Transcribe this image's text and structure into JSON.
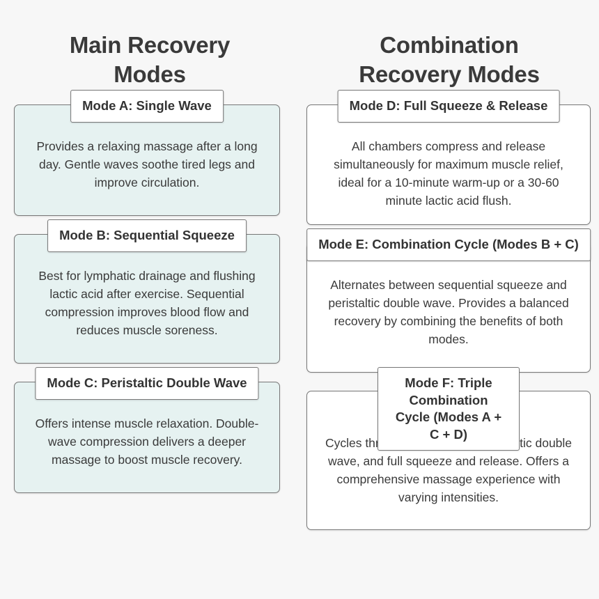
{
  "page": {
    "background_color": "#f7f7f7",
    "text_color": "#3a3a3a",
    "border_color": "#777777",
    "left_card_fill": "#e6f2f1",
    "right_card_fill": "#ffffff"
  },
  "columns": [
    {
      "heading_line1": "Main Recovery",
      "heading_line2": "Modes",
      "cards": [
        {
          "title": "Mode A: Single Wave",
          "body": "Provides a relaxing massage after a long day. Gentle waves soothe tired legs and improve circulation."
        },
        {
          "title": "Mode B: Sequential Squeeze",
          "body": "Best for lymphatic drainage and flushing lactic acid after exercise. Sequential compression improves blood flow and reduces muscle soreness."
        },
        {
          "title": "Mode C: Peristaltic Double Wave",
          "body": "Offers intense muscle relaxation. Double-wave compression delivers a deeper massage to boost muscle recovery."
        }
      ]
    },
    {
      "heading_line1": "Combination",
      "heading_line2": "Recovery Modes",
      "cards": [
        {
          "title": "Mode D: Full Squeeze & Release",
          "body": "All chambers compress and release simultaneously for maximum muscle relief, ideal for a 10-minute warm-up or a 30-60 minute lactic acid flush."
        },
        {
          "title": "Mode E: Combination Cycle (Modes B + C)",
          "body": "Alternates between sequential squeeze and peristaltic double wave. Provides a balanced recovery by combining the benefits of both modes."
        },
        {
          "title_line1": "Mode F: Triple Combination",
          "title_line2": "Cycle (Modes A + C + D)",
          "body": "Cycles through single wave, peristaltic double wave, and full squeeze and release. Offers a comprehensive massage experience with varying intensities."
        }
      ]
    }
  ]
}
